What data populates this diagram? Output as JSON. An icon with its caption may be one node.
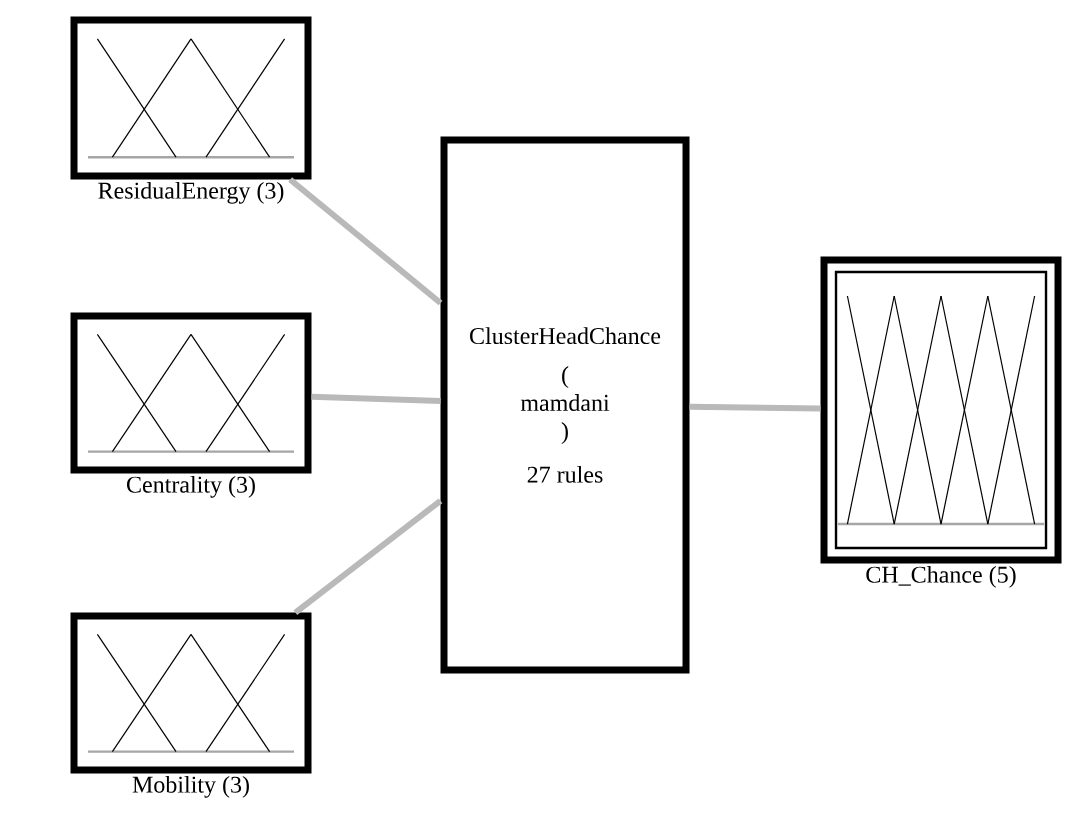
{
  "diagram": {
    "nodes": [
      {
        "text": [
          "ResidualEnergy (3)"
        ]
      },
      {
        "text": [
          "Centrality (3)"
        ]
      },
      {
        "text": [
          "Mobility (3)"
        ]
      },
      {
        "text": [
          "ClusterHeadChance",
          "( mamdani )",
          "27 rules"
        ]
      },
      {
        "text": [
          "CH_Chance (5)"
        ]
      }
    ],
    "edges": [
      {
        "from": 0,
        "to": 3,
        "arrow": "none"
      },
      {
        "from": 1,
        "to": 3,
        "arrow": "none"
      },
      {
        "from": 2,
        "to": 3,
        "arrow": "none"
      },
      {
        "from": 3,
        "to": 4,
        "arrow": "none"
      }
    ]
  }
}
